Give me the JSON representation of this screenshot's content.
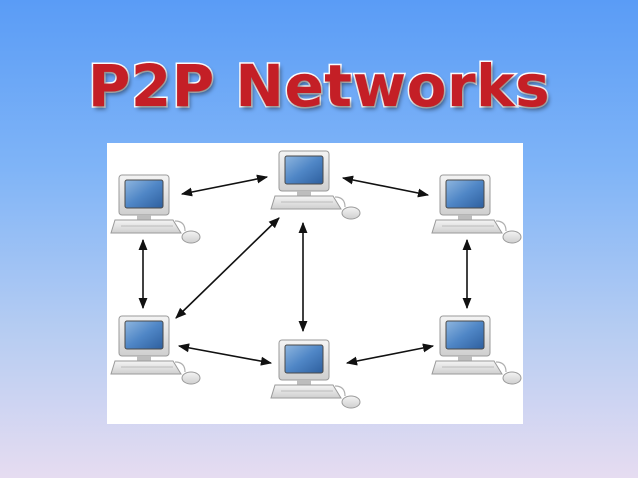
{
  "slide": {
    "title": "P2P Networks"
  },
  "diagram": {
    "nodes": [
      {
        "id": "computer-top-left",
        "icon": "desktop-computer-icon"
      },
      {
        "id": "computer-top-center",
        "icon": "desktop-computer-icon"
      },
      {
        "id": "computer-top-right",
        "icon": "desktop-computer-icon"
      },
      {
        "id": "computer-bottom-left",
        "icon": "desktop-computer-icon"
      },
      {
        "id": "computer-bottom-center",
        "icon": "desktop-computer-icon"
      },
      {
        "id": "computer-bottom-right",
        "icon": "desktop-computer-icon"
      }
    ],
    "connections": [
      {
        "from": "computer-top-left",
        "to": "computer-top-center",
        "type": "bidirectional"
      },
      {
        "from": "computer-top-center",
        "to": "computer-top-right",
        "type": "bidirectional"
      },
      {
        "from": "computer-top-left",
        "to": "computer-bottom-left",
        "type": "bidirectional"
      },
      {
        "from": "computer-top-center",
        "to": "computer-bottom-left",
        "type": "bidirectional"
      },
      {
        "from": "computer-top-center",
        "to": "computer-bottom-center",
        "type": "bidirectional"
      },
      {
        "from": "computer-top-right",
        "to": "computer-bottom-right",
        "type": "bidirectional"
      },
      {
        "from": "computer-bottom-left",
        "to": "computer-bottom-center",
        "type": "bidirectional"
      },
      {
        "from": "computer-bottom-center",
        "to": "computer-bottom-right",
        "type": "bidirectional"
      }
    ]
  }
}
